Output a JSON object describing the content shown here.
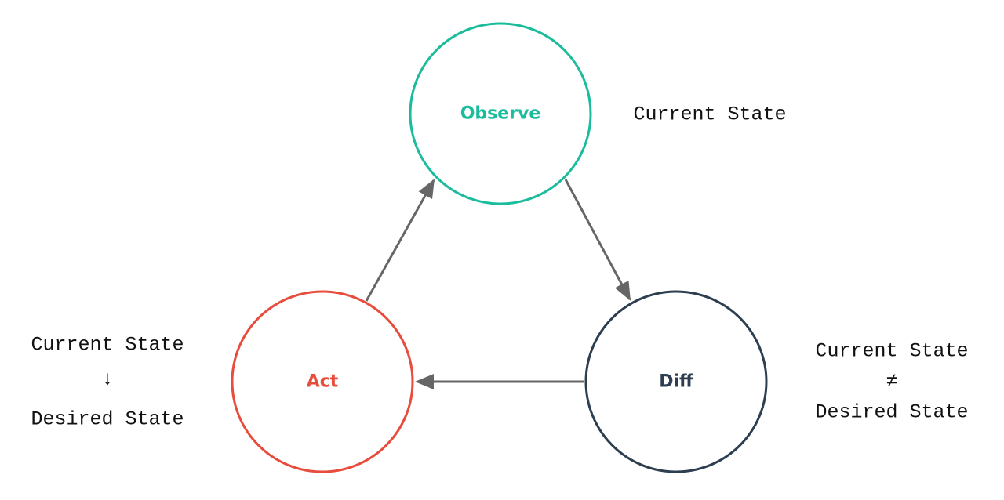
{
  "nodes": {
    "observe": {
      "label": "Observe",
      "color": "#1abc9c"
    },
    "diff": {
      "label": "Diff",
      "color": "#2c3e50"
    },
    "act": {
      "label": "Act",
      "color": "#e74c3c"
    }
  },
  "annotations": {
    "observe": {
      "line1": "Current State"
    },
    "diff": {
      "line1": "Current State",
      "symbol": "≠",
      "line2": "Desired State"
    },
    "act": {
      "line1": "Current State",
      "symbol": "↓",
      "line2": "Desired State"
    }
  },
  "arrow_color": "#666666"
}
